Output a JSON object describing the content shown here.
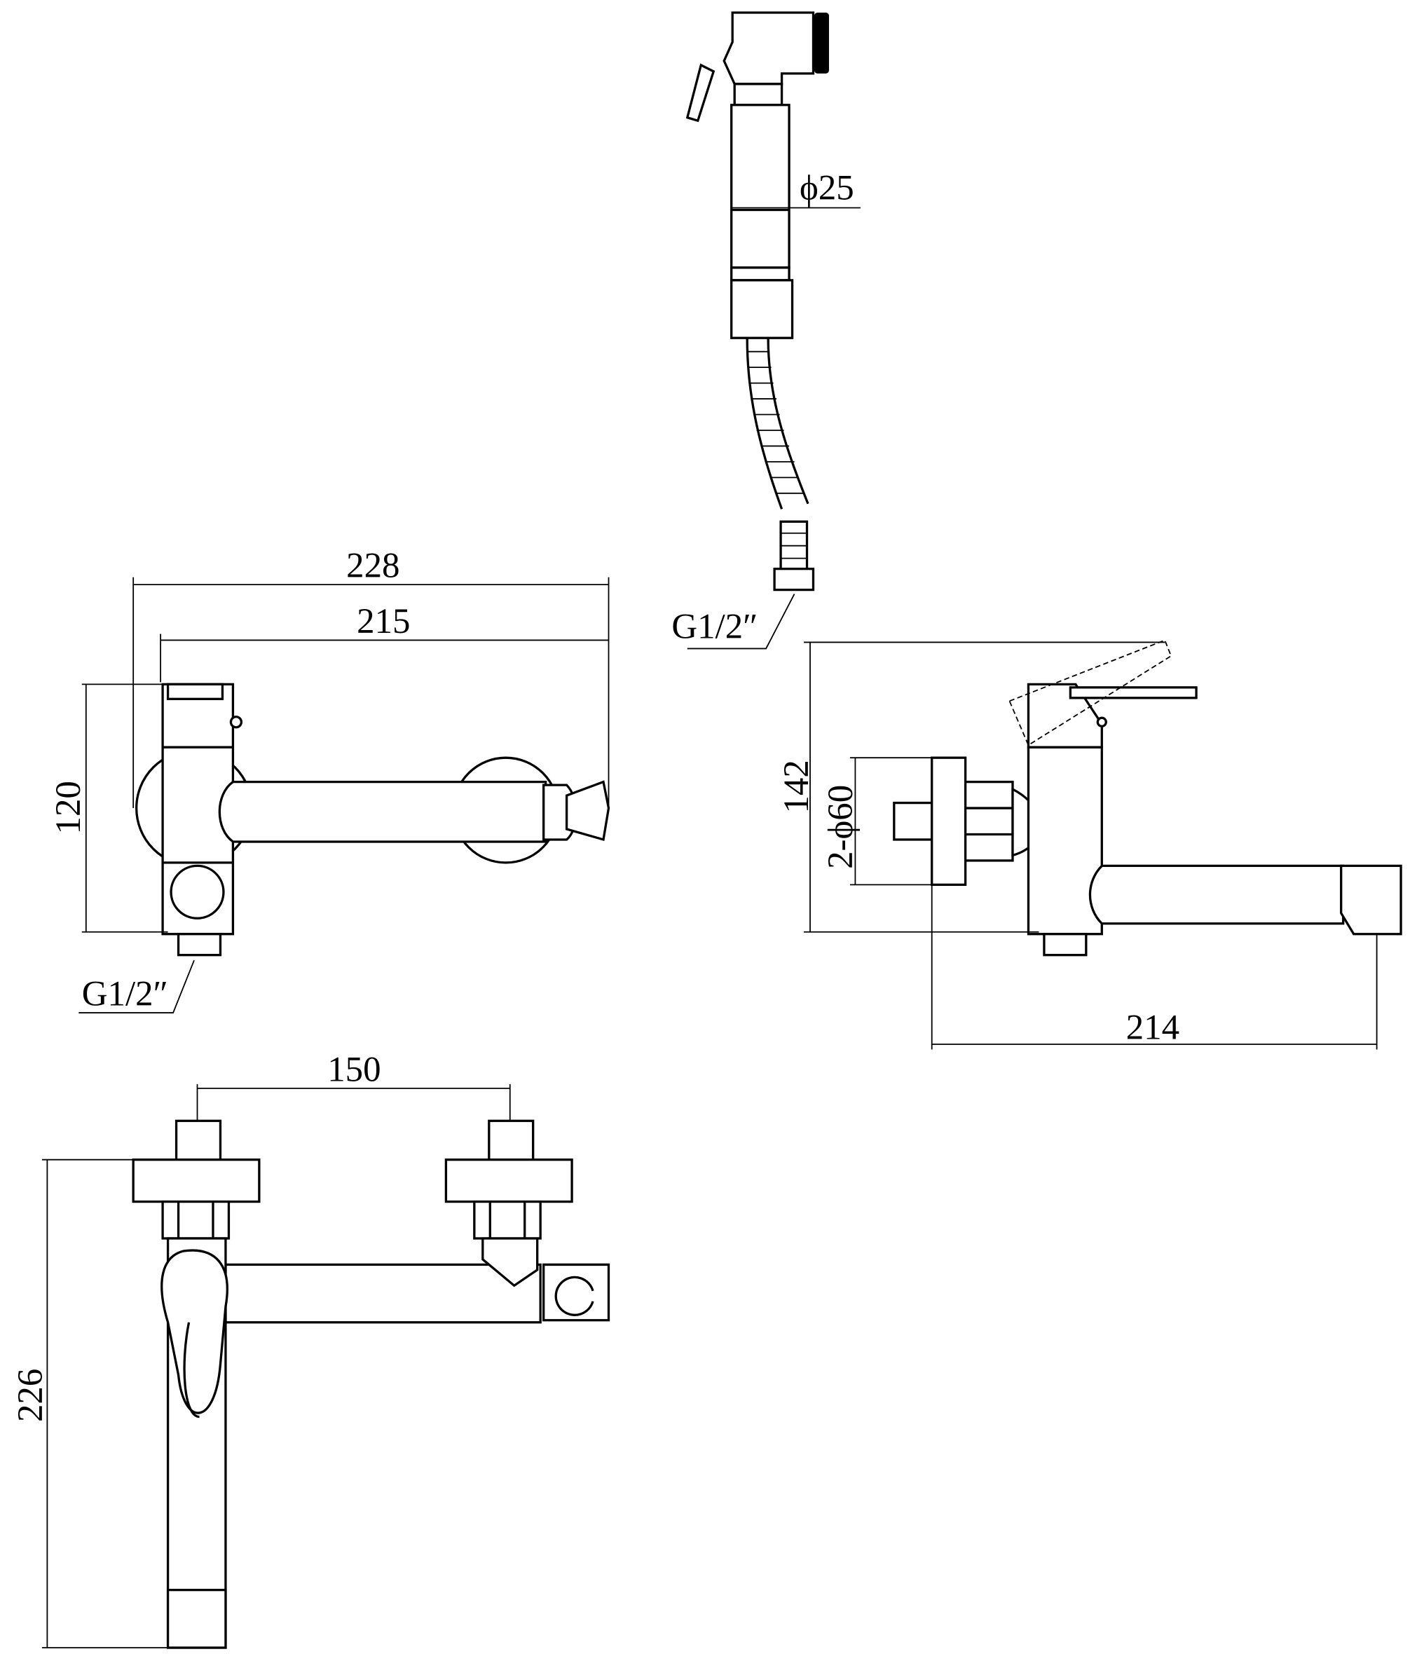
{
  "drawing": {
    "hand_shower": {
      "diameter_label": "ϕ25",
      "thread_label": "G1/2″"
    },
    "side_view_left": {
      "overall_width_label": "228",
      "spout_width_label": "215",
      "height_label": "120",
      "thread_label": "G1/2″"
    },
    "side_view_right": {
      "height_label": "142",
      "flange_label": "2-ϕ60",
      "depth_label": "214"
    },
    "front_view": {
      "center_distance_label": "150",
      "height_label": "226"
    }
  }
}
